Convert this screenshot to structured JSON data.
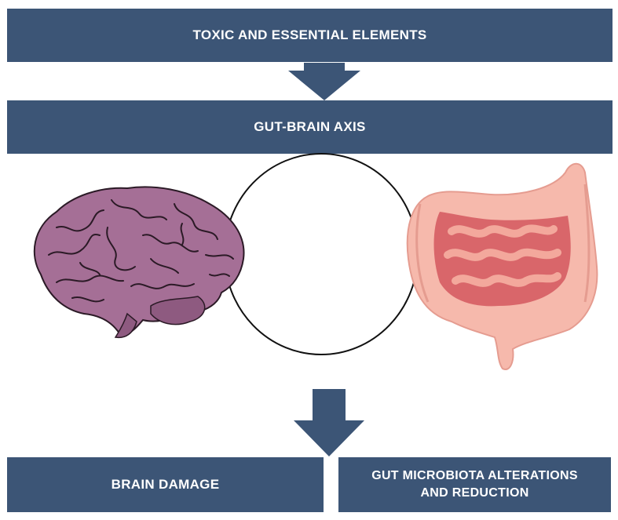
{
  "diagram": {
    "top_label": "TOXIC AND ESSENTIAL ELEMENTS",
    "middle_label": "GUT-BRAIN AXIS",
    "left_outcome": "BRAIN DAMAGE",
    "right_outcome_line1": "GUT MICROBIOTA ALTERATIONS",
    "right_outcome_line2": "AND REDUCTION"
  },
  "colors": {
    "banner": "#3c5576",
    "brain": "#a56f96",
    "gut_outer": "#f6b9ac",
    "gut_inner": "#d9666a"
  },
  "icons": [
    "brain-illustration",
    "intestine-illustration",
    "down-arrow-icon"
  ]
}
